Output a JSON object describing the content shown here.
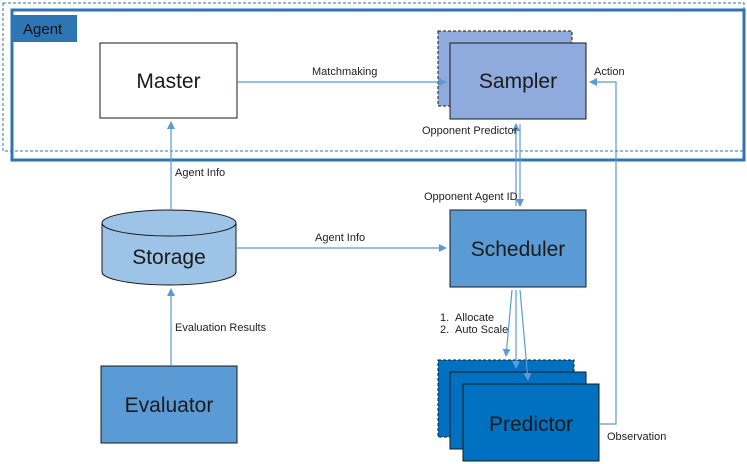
{
  "agent_label": "Agent",
  "nodes": {
    "master": "Master",
    "sampler": "Sampler",
    "storage": "Storage",
    "scheduler": "Scheduler",
    "evaluator": "Evaluator",
    "predictor": "Predictor"
  },
  "edges": {
    "matchmaking": "Matchmaking",
    "action": "Action",
    "opponent_predictor": "Opponent Predictor",
    "agent_info_master": "Agent Info",
    "opponent_agent_id": "Opponent Agent ID",
    "agent_info_storage": "Agent Info",
    "allocate": "Allocate",
    "auto_scale": "Auto Scale",
    "evaluation_results": "Evaluation Results",
    "observation": "Observation"
  },
  "colors": {
    "agent_border": "#2e75b6",
    "sampler_fill": "#8faadc",
    "storage_fill": "#9dc3e6",
    "scheduler_fill": "#5b9bd5",
    "evaluator_fill": "#5b9bd5",
    "predictor_fill": "#0070c0",
    "arrow": "#5b9bd5"
  }
}
